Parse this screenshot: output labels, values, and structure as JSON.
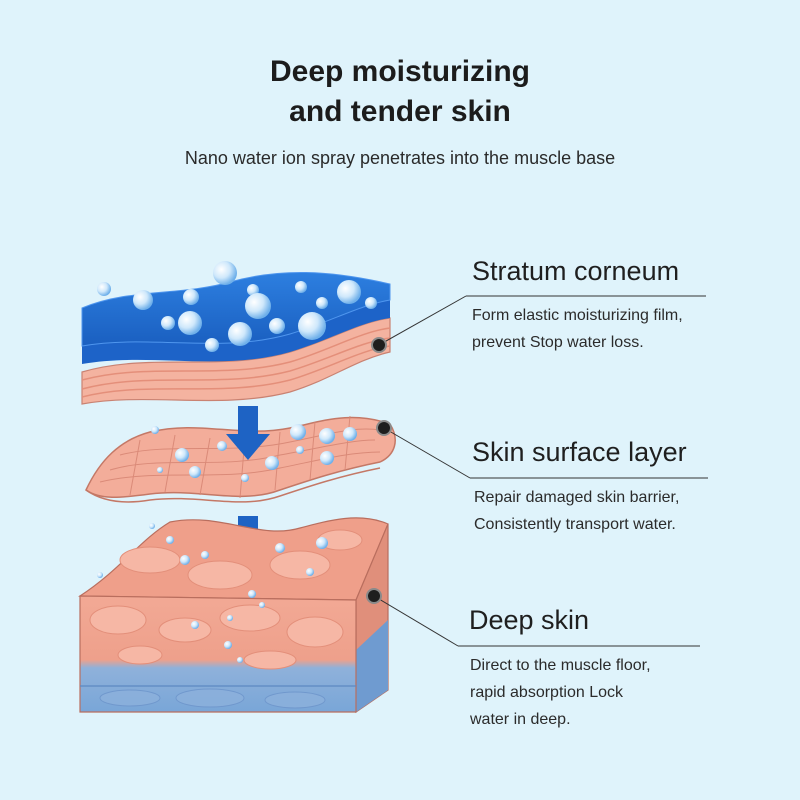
{
  "header": {
    "title_line1": "Deep moisturizing",
    "title_line2": "and tender skin",
    "subtitle": "Nano water ion spray penetrates into the muscle base"
  },
  "layers": [
    {
      "heading": "Stratum corneum",
      "description": [
        "Form elastic moisturizing film,",
        "prevent Stop water loss."
      ]
    },
    {
      "heading": "Skin surface layer",
      "description": [
        "Repair damaged skin barrier,",
        "Consistently transport water."
      ]
    },
    {
      "heading": "Deep skin",
      "description": [
        "Direct to the muscle floor,",
        "rapid absorption Lock",
        "water in deep."
      ]
    }
  ],
  "colors": {
    "background": "#dff3fb",
    "water_blue": "#1f6fd0",
    "skin_pink": "#f0a895",
    "deep_blue": "#7aa6d6",
    "arrow": "#1e63c4"
  },
  "icons": [
    "water-droplet",
    "down-arrow"
  ]
}
